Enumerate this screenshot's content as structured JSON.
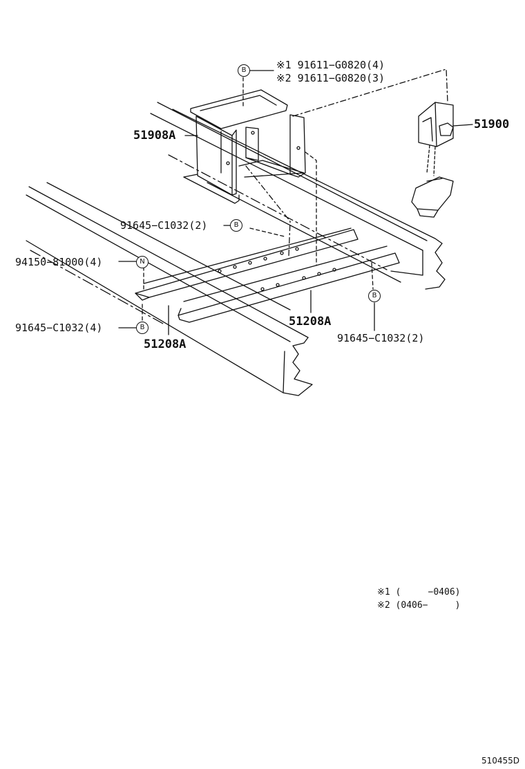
{
  "diagram_id": "510455D",
  "callouts": {
    "part_51908A": "51908A",
    "part_51900": "51900",
    "part_51208A_left": "51208A",
    "part_51208A_right": "51208A",
    "bolt_top_1": "※1 91611−G0820(4)",
    "bolt_top_2": "※2 91611−G0820(3)",
    "bolt_mid": "91645−C1032(2)",
    "nut_left": "94150−81000(4)",
    "bolt_left": "91645−C1032(4)",
    "bolt_right": "91645−C1032(2)"
  },
  "badges": {
    "b_top": "B",
    "b_mid": "B",
    "n_left": "N",
    "b_left": "B",
    "b_right": "B"
  },
  "legend": {
    "note_1": "※1 (     −0406)",
    "note_2": "※2 (0406−     )"
  }
}
